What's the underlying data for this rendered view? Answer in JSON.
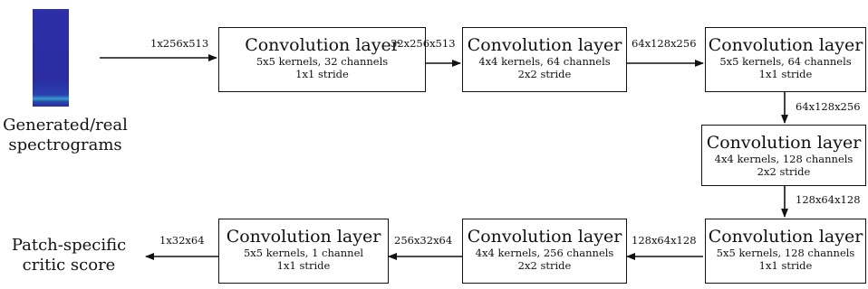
{
  "input": {
    "image": "spectrogram-image",
    "caption_line1": "Generated/real",
    "caption_line2": "spectrograms"
  },
  "output": {
    "caption_line1": "Patch-specific",
    "caption_line2": "critic score"
  },
  "layers": [
    {
      "title": "Convolution layer",
      "kernels": "5x5 kernels, 32 channels",
      "stride": "1x1 stride"
    },
    {
      "title": "Convolution layer",
      "kernels": "4x4 kernels, 64 channels",
      "stride": "2x2 stride"
    },
    {
      "title": "Convolution layer",
      "kernels": "5x5 kernels, 64 channels",
      "stride": "1x1 stride"
    },
    {
      "title": "Convolution layer",
      "kernels": "4x4 kernels, 128 channels",
      "stride": "2x2 stride"
    },
    {
      "title": "Convolution layer",
      "kernels": "5x5 kernels, 128 channels",
      "stride": "1x1 stride"
    },
    {
      "title": "Convolution layer",
      "kernels": "4x4 kernels, 256 channels",
      "stride": "2x2 stride"
    },
    {
      "title": "Convolution layer",
      "kernels": "5x5 kernels, 1 channel",
      "stride": "1x1 stride"
    }
  ],
  "shapes": [
    "1x256x513",
    "32x256x513",
    "64x128x256",
    "64x128x256",
    "128x64x128",
    "128x64x128",
    "256x32x64",
    "1x32x64"
  ]
}
